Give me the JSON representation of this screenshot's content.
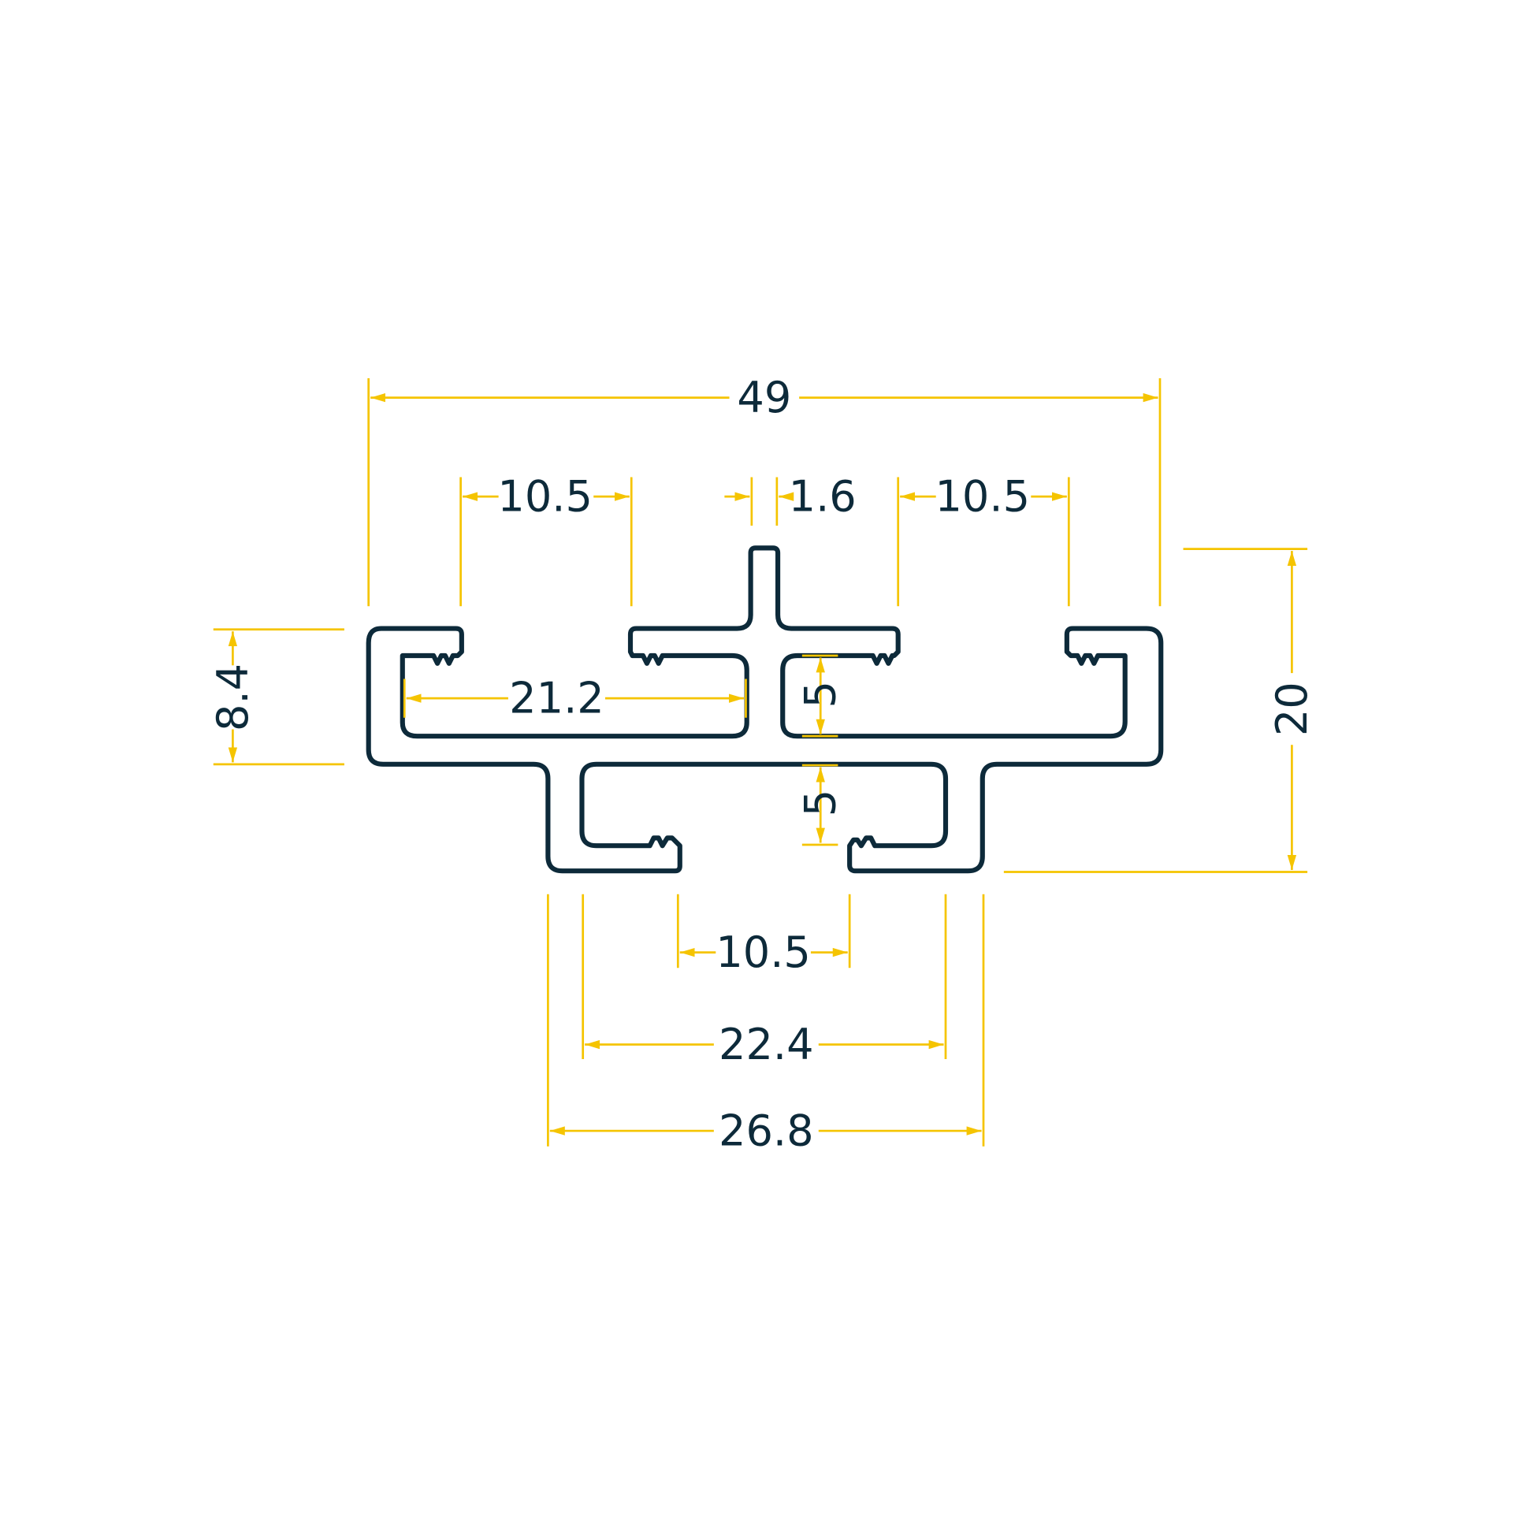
{
  "colors": {
    "profile": "#0D2A3A",
    "dimension": "#F5C400",
    "background": "#FFFFFF"
  },
  "dimensions": {
    "overall_width": "49",
    "top_left_slot": "10.5",
    "center_fin": "1.6",
    "top_right_slot": "10.5",
    "overall_height": "20",
    "flange_height": "8.4",
    "left_channel_width": "21.2",
    "upper_channel_height": "5",
    "lower_channel_height": "5",
    "bottom_slot": "10.5",
    "bottom_inner_width": "22.4",
    "bottom_outer_width": "26.8"
  }
}
